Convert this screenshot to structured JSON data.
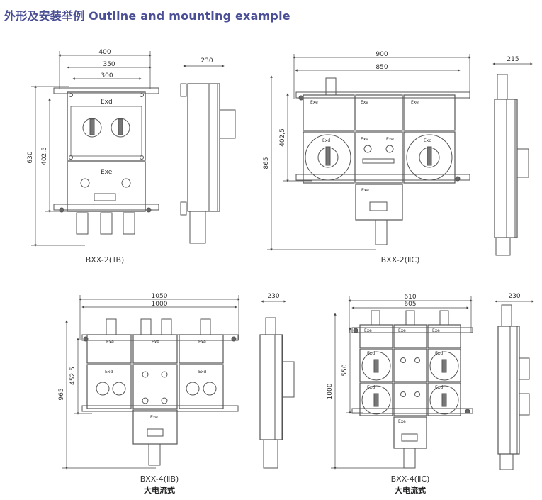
{
  "title": "外形及安装举例 Outline and mounting example",
  "colors": {
    "title": "#4b4f96",
    "line": "#555555",
    "dim": "#444444"
  },
  "panels": {
    "p1": {
      "model": "BXX-2(ⅡB)",
      "dims": {
        "w1": "400",
        "w2": "350",
        "w3": "300",
        "h1": "630",
        "h2": "402,5",
        "side": "230"
      },
      "labels": {
        "top": "Exd",
        "bottom": "Exe"
      }
    },
    "p2": {
      "model": "BXX-2(ⅡC)",
      "dims": {
        "w1": "900",
        "w2": "850",
        "h1": "865",
        "h2": "402,5",
        "side": "215"
      },
      "labels": {
        "a": "Exe",
        "b": "Exe",
        "c": "Exe",
        "d": "Exd",
        "e": "Exd",
        "f": "Exe",
        "g": "Exe",
        "h": "Exe"
      }
    },
    "p3": {
      "model": "BXX-4(ⅡB)",
      "subtitle": "大电流式",
      "dims": {
        "w1": "1050",
        "w2": "1000",
        "h1": "965",
        "h2": "452,5",
        "side": "230"
      },
      "labels": {
        "a": "Exe",
        "b": "Exe",
        "c": "Exe",
        "d": "Exd",
        "e": "Exd",
        "f": "Exe"
      }
    },
    "p4": {
      "model": "BXX-4(ⅡC)",
      "subtitle": "大电流式",
      "dims": {
        "w1": "610",
        "w2": "605",
        "h1": "1000",
        "h2": "550",
        "side": "230"
      },
      "labels": {
        "a": "Exe",
        "b": "Exe",
        "c": "Exe",
        "d": "Exd",
        "e": "Exd",
        "f": "Exd",
        "g": "Exd",
        "h": "Exe"
      }
    }
  }
}
